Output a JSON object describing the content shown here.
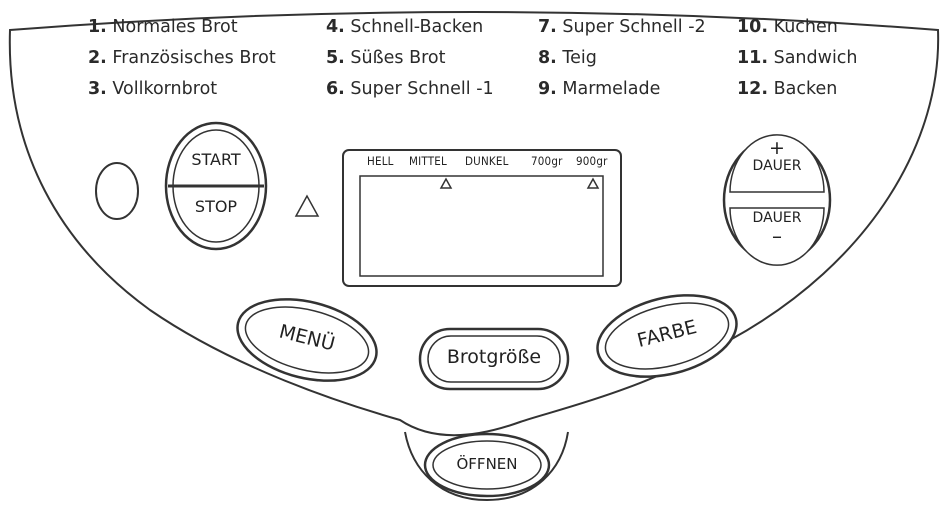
{
  "programs": [
    {
      "num": "1.",
      "name": "Normales Brot"
    },
    {
      "num": "2.",
      "name": "Französisches Brot"
    },
    {
      "num": "3.",
      "name": "Vollkornbrot"
    },
    {
      "num": "4.",
      "name": "Schnell-Backen"
    },
    {
      "num": "5.",
      "name": "Süßes Brot"
    },
    {
      "num": "6.",
      "name": "Super Schnell -1"
    },
    {
      "num": "7.",
      "name": "Super Schnell -2"
    },
    {
      "num": "8.",
      "name": "Teig"
    },
    {
      "num": "9.",
      "name": "Marmelade"
    },
    {
      "num": "10.",
      "name": "Kuchen"
    },
    {
      "num": "11.",
      "name": "Sandwich"
    },
    {
      "num": "12.",
      "name": "Backen"
    }
  ],
  "display": {
    "labels": [
      "HELL",
      "MITTEL",
      "DUNKEL",
      "700gr",
      "900gr"
    ]
  },
  "buttons": {
    "start": "START",
    "stop": "STOP",
    "dauer_plus_sign": "+",
    "dauer_plus": "DAUER",
    "dauer_minus": "DAUER",
    "dauer_minus_sign": "–",
    "menu": "MENÜ",
    "size": "Brotgröße",
    "color": "FARBE",
    "open": "ÖFFNEN"
  },
  "icons": {
    "indicator": "triangle-indicator-icon",
    "led": "power-led-icon"
  }
}
